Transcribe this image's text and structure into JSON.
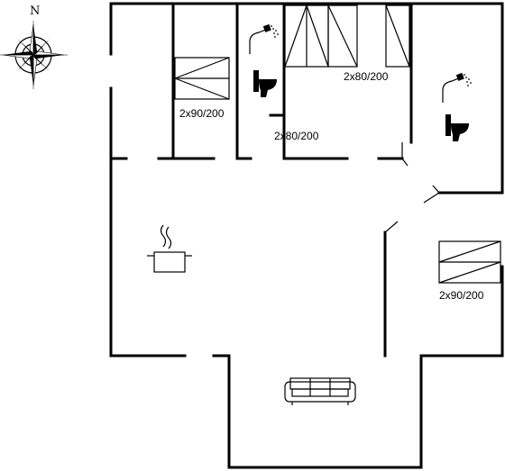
{
  "compass": {
    "north_label": "N",
    "icon": "compass-rose-icon"
  },
  "rooms": {
    "bedroom_1": {
      "bed_label": "2x90/200",
      "icon": "bed-icon"
    },
    "bedroom_2": {
      "bed_label": "2x80/200",
      "icon": "bed-icon"
    },
    "bedroom_3": {
      "bed_label": "2x80/200",
      "icon": "bed-icon"
    },
    "bedroom_4": {
      "bed_label": "2x90/200",
      "icon": "bed-icon"
    },
    "bathroom_1": {
      "icons": [
        "shower-icon",
        "toilet-icon"
      ]
    },
    "bathroom_2": {
      "icons": [
        "shower-icon",
        "toilet-icon"
      ]
    },
    "kitchen": {
      "icon": "cooking-pot-icon"
    },
    "living_room": {
      "icon": "sofa-icon"
    }
  }
}
